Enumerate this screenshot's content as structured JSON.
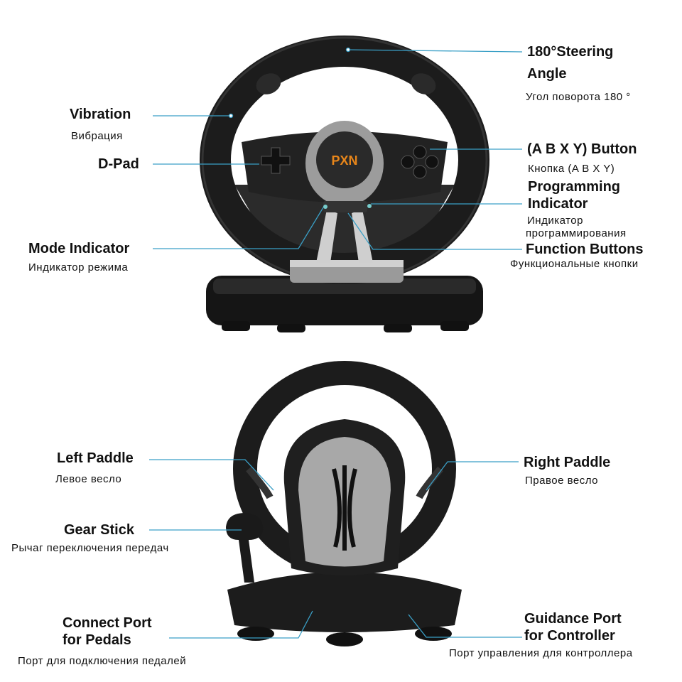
{
  "colors": {
    "leader_line": "#3a9fc6",
    "wheel": "#1c1c1c",
    "silver": "#b8b8b8",
    "logo": "#e8861a"
  },
  "logo_text": "PXN",
  "top_view": {
    "steering_angle": {
      "en_1": "180°Steering",
      "en_2": "Angle",
      "ru": "Угол поворота 180 °"
    },
    "vibration": {
      "en": "Vibration",
      "ru": "Вибрация"
    },
    "dpad": {
      "en": "D-Pad"
    },
    "mode_indicator": {
      "en": "Mode Indicator",
      "ru": "Индикатор режима"
    },
    "abxy": {
      "en": "(A B X Y) Button",
      "ru": "Кнопка (A B X Y)"
    },
    "programming": {
      "en_1": "Programming",
      "en_2": "Indicator",
      "ru_1": "Индикатор",
      "ru_2": "программирования"
    },
    "function_buttons": {
      "en": "Function Buttons",
      "ru": "Функциональные кнопки"
    }
  },
  "rear_view": {
    "left_paddle": {
      "en": "Left Paddle",
      "ru": "Левое весло"
    },
    "right_paddle": {
      "en": "Right Paddle",
      "ru": "Правое весло"
    },
    "gear_stick": {
      "en": "Gear Stick",
      "ru": "Рычаг переключения передач"
    },
    "pedal_port": {
      "en_1": "Connect Port",
      "en_2": "for Pedals",
      "ru": "Порт для подключения педалей"
    },
    "guidance_port": {
      "en_1": "Guidance Port",
      "en_2": "for Controller",
      "ru": "Порт управления для контроллера"
    }
  }
}
